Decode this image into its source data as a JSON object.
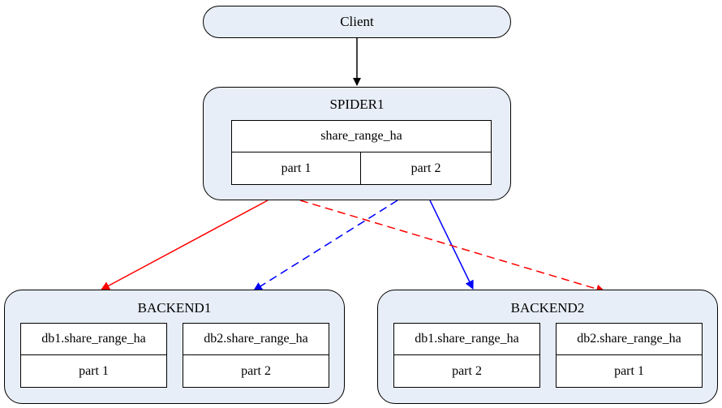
{
  "client": {
    "label": "Client"
  },
  "spider": {
    "title": "SPIDER1",
    "table": {
      "name": "share_range_ha",
      "parts": [
        "part 1",
        "part 2"
      ]
    }
  },
  "backends": [
    {
      "title": "BACKEND1",
      "tables": [
        {
          "name": "db1.share_range_ha",
          "part": "part 1"
        },
        {
          "name": "db2.share_range_ha",
          "part": "part 2"
        }
      ]
    },
    {
      "title": "BACKEND2",
      "tables": [
        {
          "name": "db1.share_range_ha",
          "part": "part 2"
        },
        {
          "name": "db2.share_range_ha",
          "part": "part 1"
        }
      ]
    }
  ],
  "colors": {
    "node_fill": "#e8eef7",
    "border": "#000000",
    "edge_client": "#000000",
    "edge_part1": "#ff0000",
    "edge_part2": "#0000ff"
  }
}
